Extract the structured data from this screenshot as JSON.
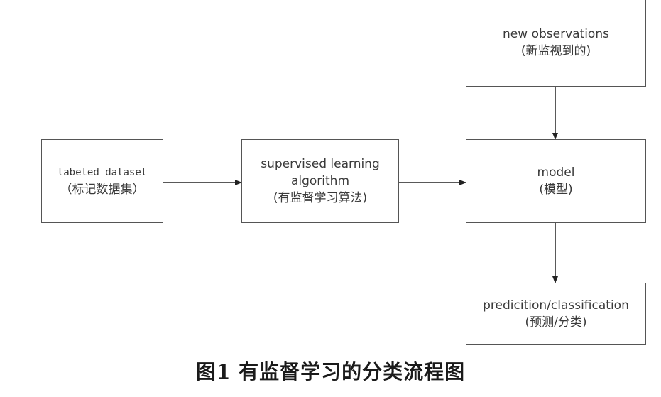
{
  "diagram": {
    "nodes": {
      "new_observations": {
        "line1": "new observations",
        "line2": "(新监视到的)"
      },
      "labeled_dataset": {
        "line1": "labeled dataset",
        "line2": "（标记数据集）"
      },
      "algorithm": {
        "line1": "supervised learning",
        "line2": "algorithm",
        "line3": "(有监督学习算法)"
      },
      "model": {
        "line1": "model",
        "line2": "(模型)"
      },
      "prediction": {
        "line1": "predicition/classification",
        "line2": "(预测/分类)"
      }
    },
    "edges": [
      {
        "from": "labeled_dataset",
        "to": "algorithm"
      },
      {
        "from": "algorithm",
        "to": "model"
      },
      {
        "from": "new_observations",
        "to": "model"
      },
      {
        "from": "model",
        "to": "prediction"
      }
    ],
    "colors": {
      "border": "#555555",
      "arrow": "#222222",
      "text": "#3a3a3a"
    }
  },
  "caption": "图1 有监督学习的分类流程图"
}
